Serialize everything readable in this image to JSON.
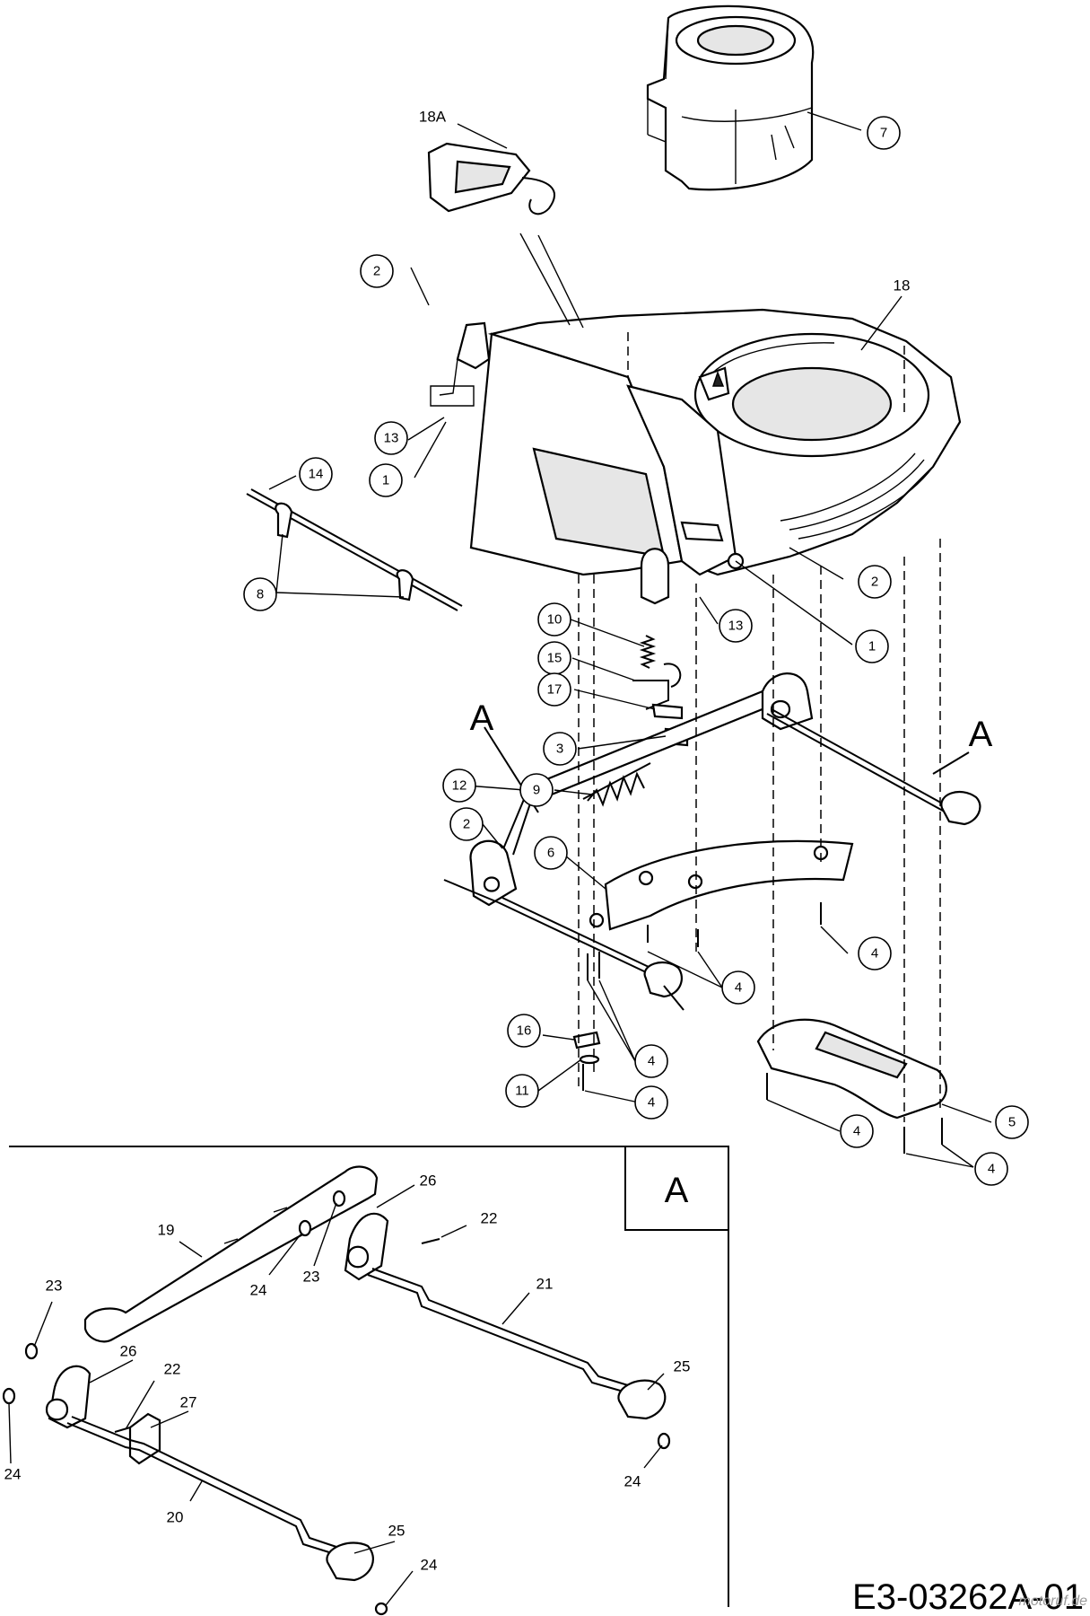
{
  "diagram": {
    "drawing_code": "E3-03262A-01",
    "watermark": "motoruf.de",
    "detail_label": "A",
    "section_markers": [
      "A",
      "A"
    ],
    "callouts_main": [
      "7",
      "18A",
      "2",
      "18",
      "13",
      "1",
      "14",
      "8",
      "2",
      "1",
      "13",
      "10",
      "15",
      "17",
      "3",
      "12",
      "9",
      "2",
      "6",
      "4",
      "4",
      "16",
      "4",
      "11",
      "4",
      "5",
      "4",
      "4",
      "A",
      "A"
    ],
    "callouts_detail": [
      "26",
      "22",
      "19",
      "24",
      "23",
      "23",
      "21",
      "26",
      "22",
      "27",
      "25",
      "24",
      "20",
      "25",
      "24",
      "24"
    ]
  }
}
